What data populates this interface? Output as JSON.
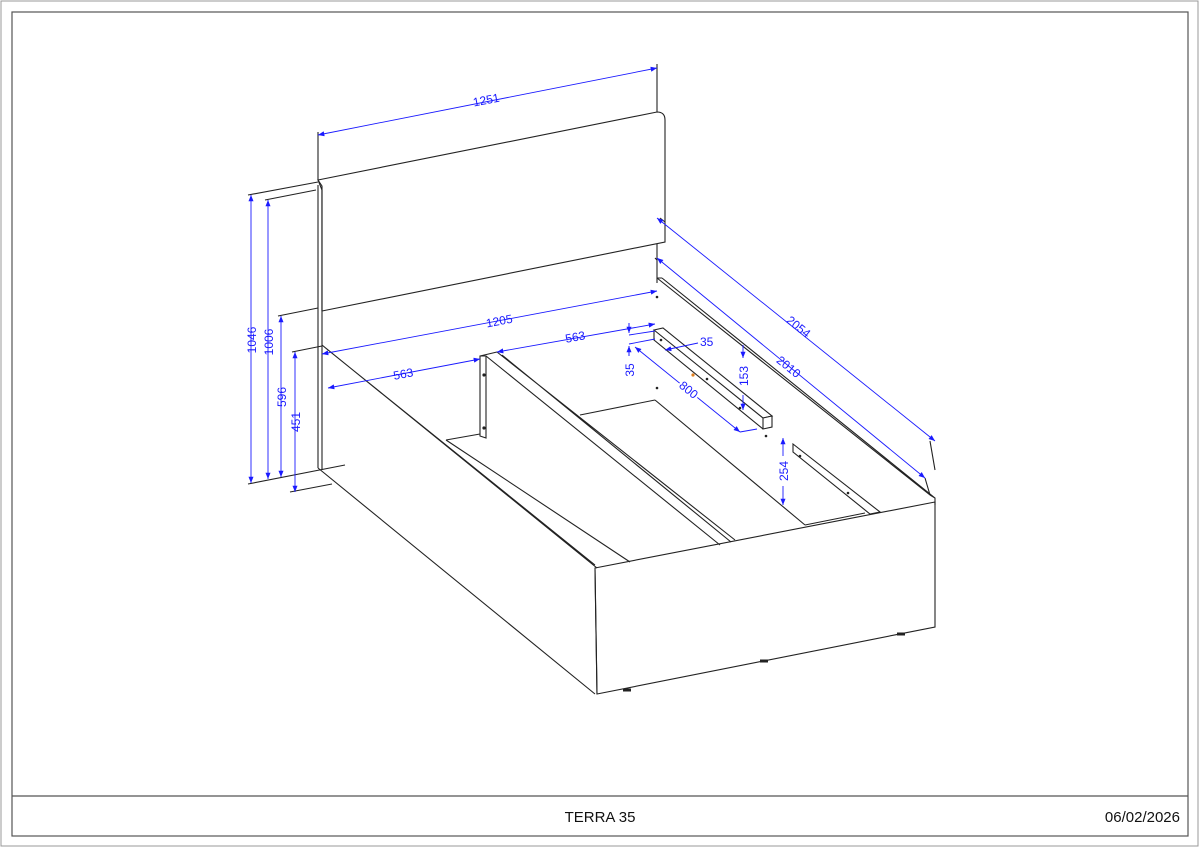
{
  "title_block": {
    "name": "TERRA 35",
    "date": "06/02/2026"
  },
  "dimensions": {
    "headboard_width": "1251",
    "overall_length": "2054",
    "inner_length": "2010",
    "inner_width": "1205",
    "left_compartment": "563",
    "right_compartment": "563",
    "total_height": "1046",
    "headboard_height": "1006",
    "headboard_lower_edge": "596",
    "frame_height": "451",
    "slat_support_height": "35",
    "slat_support_width": "35",
    "slat_support_length": "800",
    "slat_support_offset": "153",
    "side_support_height": "254"
  },
  "colors": {
    "dimension": "#1a1aff",
    "line": "#222222"
  }
}
